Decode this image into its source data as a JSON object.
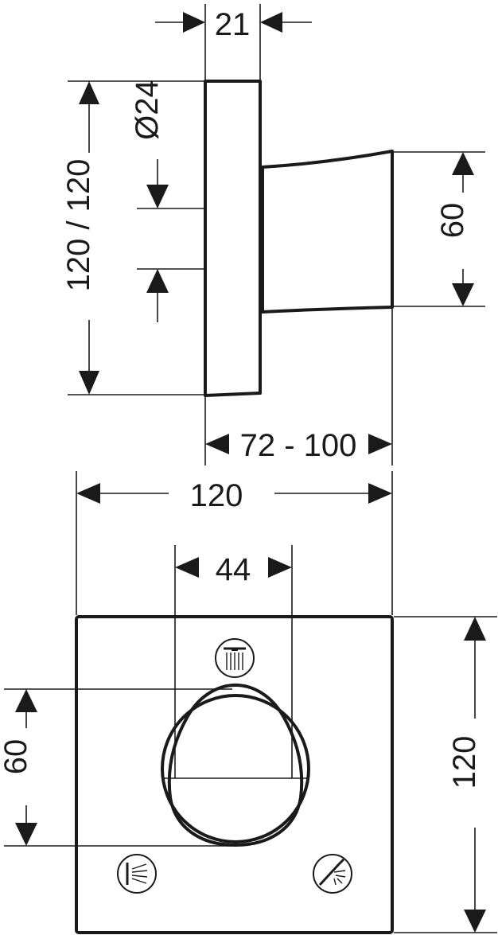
{
  "side_view": {
    "depth": "21",
    "diameter": "Ø24",
    "height": "120 / 120",
    "handle_height": "60",
    "projection": "72 - 100"
  },
  "front_view": {
    "width": "120",
    "knob_width": "44",
    "knob_height": "60",
    "height": "120",
    "icons": [
      "overhead-shower-icon",
      "hand-shower-icon",
      "side-shower-icon"
    ]
  }
}
